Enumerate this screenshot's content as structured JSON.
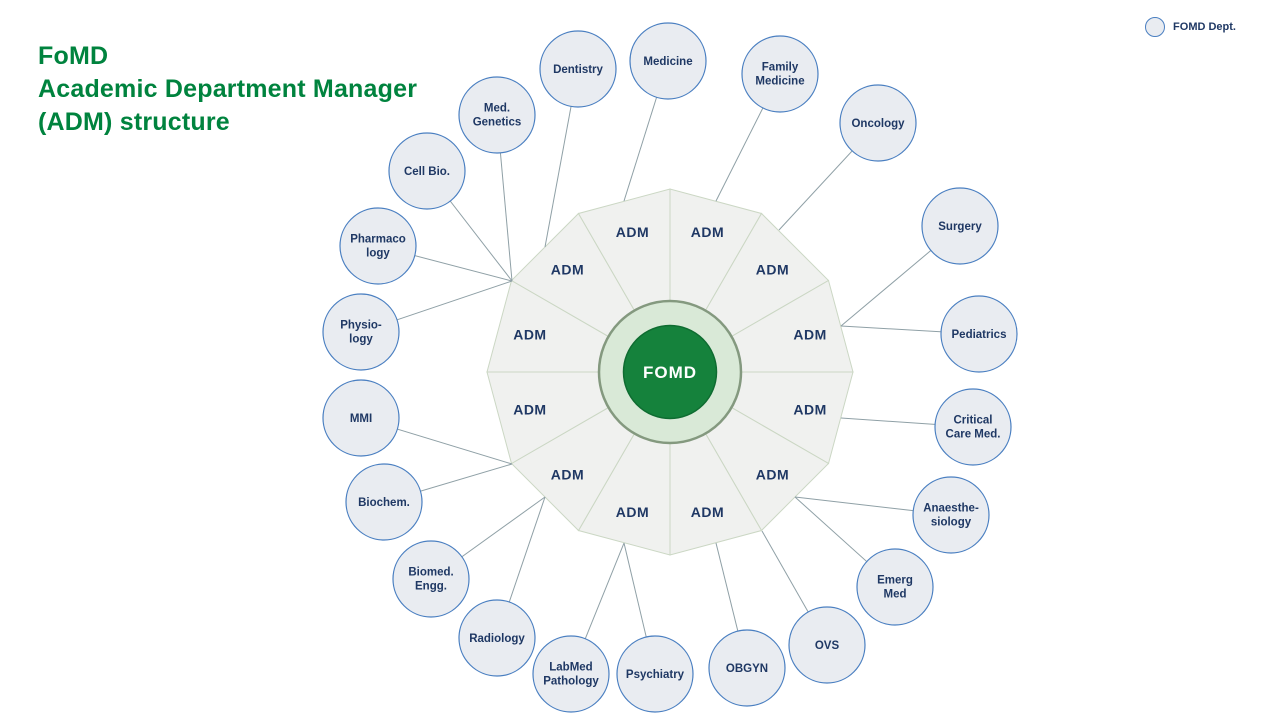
{
  "title": {
    "lines": [
      "FoMD",
      "Academic Department Manager",
      "(ADM) structure"
    ]
  },
  "legend": {
    "label": "FOMD Dept."
  },
  "center": {
    "label": "FOMD"
  },
  "wedge_label": "ADM",
  "departments": [
    {
      "name": "Dentistry",
      "lines": [
        "Dentistry"
      ]
    },
    {
      "name": "Medicine",
      "lines": [
        "Medicine"
      ]
    },
    {
      "name": "Family Medicine",
      "lines": [
        "Family",
        "Medicine"
      ]
    },
    {
      "name": "Oncology",
      "lines": [
        "Oncology"
      ]
    },
    {
      "name": "Surgery",
      "lines": [
        "Surgery"
      ]
    },
    {
      "name": "Pediatrics",
      "lines": [
        "Pediatrics"
      ]
    },
    {
      "name": "Critical Care Med.",
      "lines": [
        "Critical",
        "Care Med."
      ]
    },
    {
      "name": "Anaesthesiology",
      "lines": [
        "Anaesthe-",
        "siology"
      ]
    },
    {
      "name": "Emerg Med",
      "lines": [
        "Emerg",
        "Med"
      ]
    },
    {
      "name": "OVS",
      "lines": [
        "OVS"
      ]
    },
    {
      "name": "OBGYN",
      "lines": [
        "OBGYN"
      ]
    },
    {
      "name": "Psychiatry",
      "lines": [
        "Psychiatry"
      ]
    },
    {
      "name": "LabMed Pathology",
      "lines": [
        "LabMed",
        "Pathology"
      ]
    },
    {
      "name": "Radiology",
      "lines": [
        "Radiology"
      ]
    },
    {
      "name": "Biomed. Engg.",
      "lines": [
        "Biomed.",
        "Engg."
      ]
    },
    {
      "name": "Biochem.",
      "lines": [
        "Biochem."
      ]
    },
    {
      "name": "MMI",
      "lines": [
        "MMI"
      ]
    },
    {
      "name": "Physiology",
      "lines": [
        "Physio-",
        "logy"
      ]
    },
    {
      "name": "Pharmacology",
      "lines": [
        "Pharmaco",
        "logy"
      ]
    },
    {
      "name": "Cell Bio.",
      "lines": [
        "Cell Bio."
      ]
    },
    {
      "name": "Med. Genetics",
      "lines": [
        "Med.",
        "Genetics"
      ]
    }
  ],
  "colors": {
    "background": "#ffffff",
    "title_green": "#00833E",
    "center_green": "#15823C",
    "center_green_border": "#0F6C31",
    "center_text": "#FFFFFF",
    "ring_fill": "#D9E9D7",
    "ring_border": "#84997F",
    "wedge_fill": "#F0F1EF",
    "wedge_border": "#CBD7C4",
    "navy_text": "#1F3864",
    "dept_fill": "#E9ECF1",
    "dept_border": "#4A7FC1",
    "connector": "#8FA0A6"
  }
}
